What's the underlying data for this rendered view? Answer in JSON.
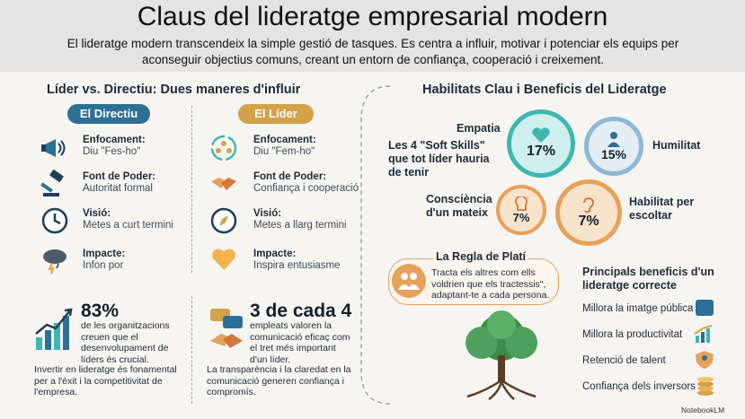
{
  "header": {
    "title": "Claus del lideratge empresarial modern",
    "subtitle": "El lideratge modern transcendeix la simple gestió de tasques. Es centra a influir, motivar i potenciar els equips per aconseguir objectius comuns, creant un entorn de confiança, cooperació i creixement."
  },
  "left": {
    "heading": "Líder vs. Directiu: Dues maneres d'influir",
    "director": {
      "pill": "El Directiu",
      "color": "#2e6f95",
      "items": [
        {
          "icon": "megaphone-icon",
          "title": "Enfocament:",
          "text": "Diu \"Fes-ho\""
        },
        {
          "icon": "gavel-icon",
          "title": "Font de Poder:",
          "text": "Autoritat formal"
        },
        {
          "icon": "clock-icon",
          "title": "Visió:",
          "text": "Metes a curt termini"
        },
        {
          "icon": "storm-cloud-icon",
          "title": "Impacte:",
          "text": "Infon por"
        }
      ]
    },
    "leader": {
      "pill": "El Líder",
      "color": "#d3a249",
      "items": [
        {
          "icon": "team-cycle-icon",
          "title": "Enfocament:",
          "text": "Diu \"Fem-ho\""
        },
        {
          "icon": "handshake-icon",
          "title": "Font de Poder:",
          "text": "Confiança i cooperació"
        },
        {
          "icon": "compass-icon",
          "title": "Visió:",
          "text": "Metes a llarg termini"
        },
        {
          "icon": "heart-icon",
          "title": "Impacte:",
          "text": "Inspira entusiasme"
        }
      ]
    },
    "stat1": {
      "value": "83%",
      "text": "de les organitzacions creuen que el desenvolupament de líders és crucial.",
      "note": "Invertir en lideratge és fonamental per a l'èxit i la competitivitat de l'empresa."
    },
    "stat2": {
      "value": "3 de cada 4",
      "text": "empleats valoren la comunicació eficaç com el tret més important d'un líder.",
      "note": "La transparència i la claredat en la comunicació generen confiança i compromís."
    }
  },
  "right": {
    "heading": "Habilitats Clau i Beneficis del Lideratge",
    "soft_skills_label": "Les 4 \"Soft Skills\" que tot líder hauria de tenir",
    "skills": [
      {
        "name": "Empatia",
        "pct": "17%",
        "value": 17,
        "icon": "heart-icon"
      },
      {
        "name": "Humilitat",
        "pct": "15%",
        "value": 15,
        "icon": "person-icon"
      },
      {
        "name": "Consciència d'un mateix",
        "pct": "7%",
        "value": 7,
        "icon": "head-icon"
      },
      {
        "name": "Habilitat per escoltar",
        "pct": "7%",
        "value": 7,
        "icon": "ear-icon"
      }
    ],
    "rule": {
      "title": "La Regla de Platí",
      "text": "Tracta els altres com ells voldrien que els tractessis\", adaptant-te a cada persona."
    },
    "benefits_title": "Principals beneficis d'un lideratge correcte",
    "benefits": [
      {
        "label": "Millora la imatge pública",
        "icon": "image-icon"
      },
      {
        "label": "Millora la productivitat",
        "icon": "growth-icon"
      },
      {
        "label": "Retenció de talent",
        "icon": "team-shield-icon"
      },
      {
        "label": "Confiança dels inversors",
        "icon": "coins-icon"
      }
    ]
  },
  "footer": {
    "brand": "NotebookLM"
  },
  "colors": {
    "blue": "#2e6f95",
    "gold": "#d3a249",
    "teal": "#3fb6b0",
    "orange": "#e6a15a"
  }
}
